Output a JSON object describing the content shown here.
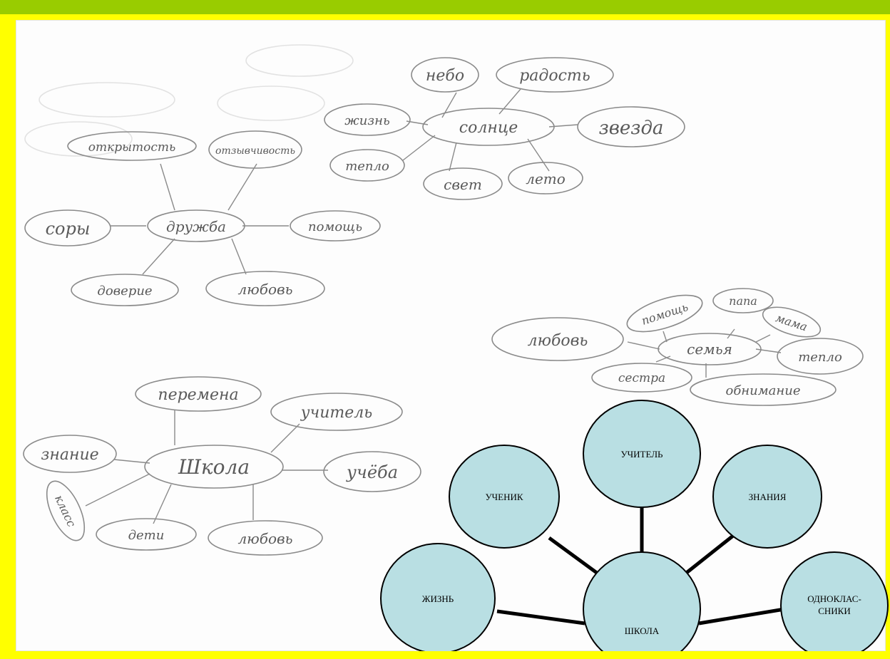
{
  "sketch_maps": [
    {
      "center": "солнце",
      "words": [
        "небо",
        "радость",
        "звезда",
        "лето",
        "свет",
        "тепло",
        "жизнь"
      ]
    },
    {
      "center": "дружба",
      "words": [
        "открытость",
        "отзывчивость",
        "помощь",
        "любовь",
        "доверие",
        "соры"
      ]
    },
    {
      "center": "семья",
      "words": [
        "помощь",
        "папа",
        "мама",
        "тепло",
        "обнимание",
        "сестра",
        "любовь"
      ]
    },
    {
      "center": "Школа",
      "words": [
        "перемена",
        "учитель",
        "учёба",
        "любовь",
        "дети",
        "класс",
        "знание"
      ]
    }
  ],
  "diagram": {
    "center": "ШКОЛА",
    "nodes": [
      "ЖИЗНЬ",
      "УЧЕНИК",
      "УЧИТЕЛЬ",
      "ЗНАНИЯ",
      "ОДНОКЛАС-СНИКИ"
    ],
    "node_lines": [
      [
        "ОДНОКЛАС-",
        "СНИКИ"
      ]
    ],
    "colors": {
      "node_fill": "#b9dfe3",
      "outline": "#000000",
      "frame": "#ffff00",
      "top_bar": "#99cc00"
    }
  }
}
